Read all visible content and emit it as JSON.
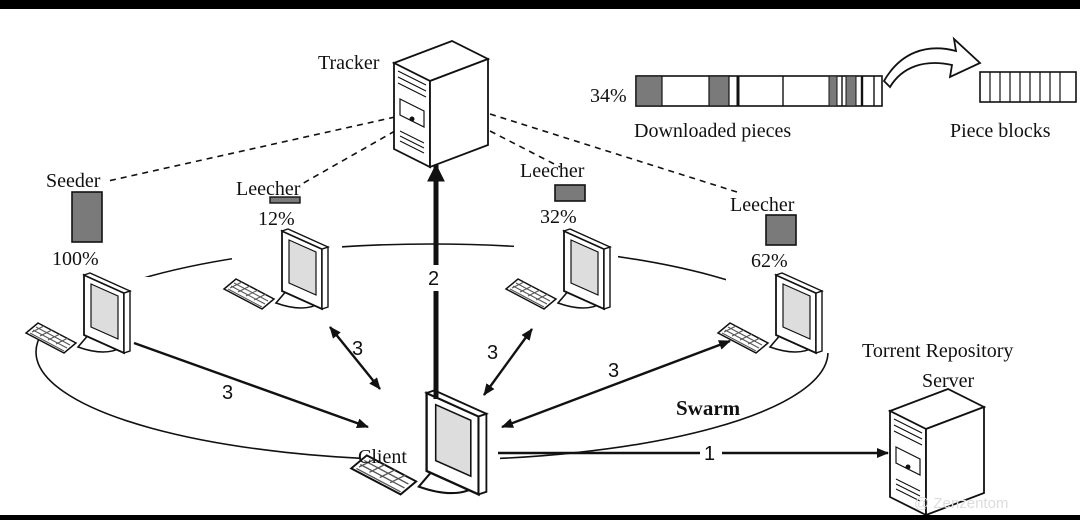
{
  "tracker": {
    "label": "Tracker"
  },
  "peers": {
    "seeder": {
      "role": "Seeder",
      "percent_label": "100%",
      "percent": 100
    },
    "leecher_a": {
      "role": "Leecher",
      "percent_label": "12%",
      "percent": 12
    },
    "leecher_b": {
      "role": "Leecher",
      "percent_label": "32%",
      "percent": 32
    },
    "leecher_c": {
      "role": "Leecher",
      "percent_label": "62%",
      "percent": 62
    }
  },
  "client": {
    "label": "Client"
  },
  "swarm": {
    "label": "Swarm"
  },
  "repository": {
    "line1": "Torrent Repository",
    "line2": "Server"
  },
  "pieces": {
    "percent_label": "34%",
    "caption": "Downloaded pieces",
    "blocks_caption": "Piece blocks"
  },
  "steps": {
    "announce": "2",
    "fetch_torrent": "1",
    "exchange": "3"
  },
  "watermark": {
    "text": "@ Zenzentom"
  },
  "colors": {
    "ink": "#111111",
    "piece_fill": "#7a7a7a",
    "monitor_screen": "#dddddd"
  }
}
